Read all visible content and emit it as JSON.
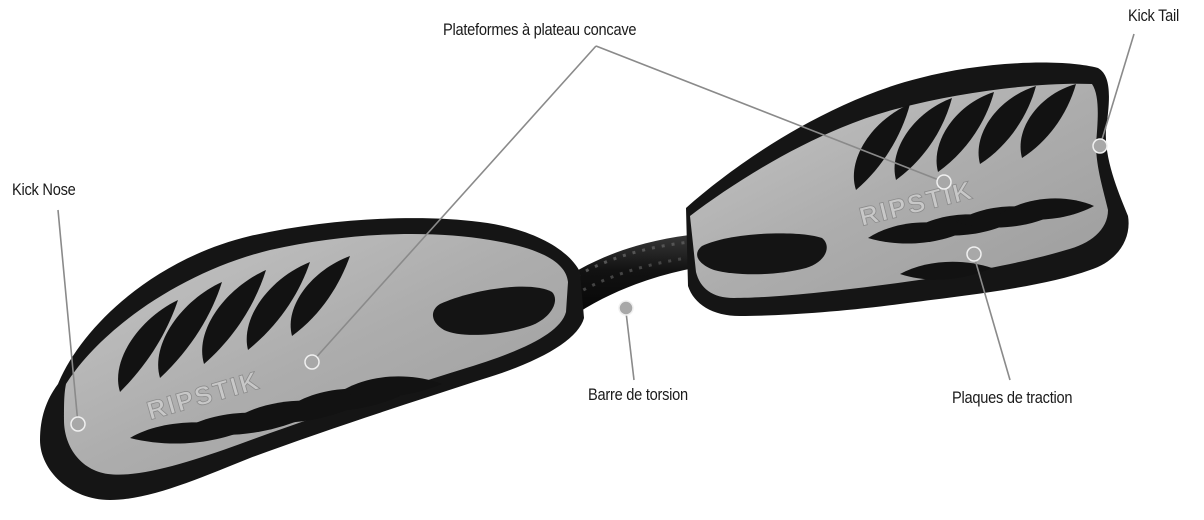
{
  "figure": {
    "brand_logo": "RIPSTIK",
    "labels": {
      "concave_platforms": "Plateformes à plateau concave",
      "kick_tail": "Kick Tail",
      "kick_nose": "Kick Nose",
      "torsion_bar": "Barre de torsion",
      "traction_plates": "Plaques de traction"
    }
  },
  "colors": {
    "deck_grey": "#b0b0b0",
    "rubber_black": "#151515",
    "callout_line": "#8a8a8a",
    "callout_dot": "#a8a8a8"
  }
}
